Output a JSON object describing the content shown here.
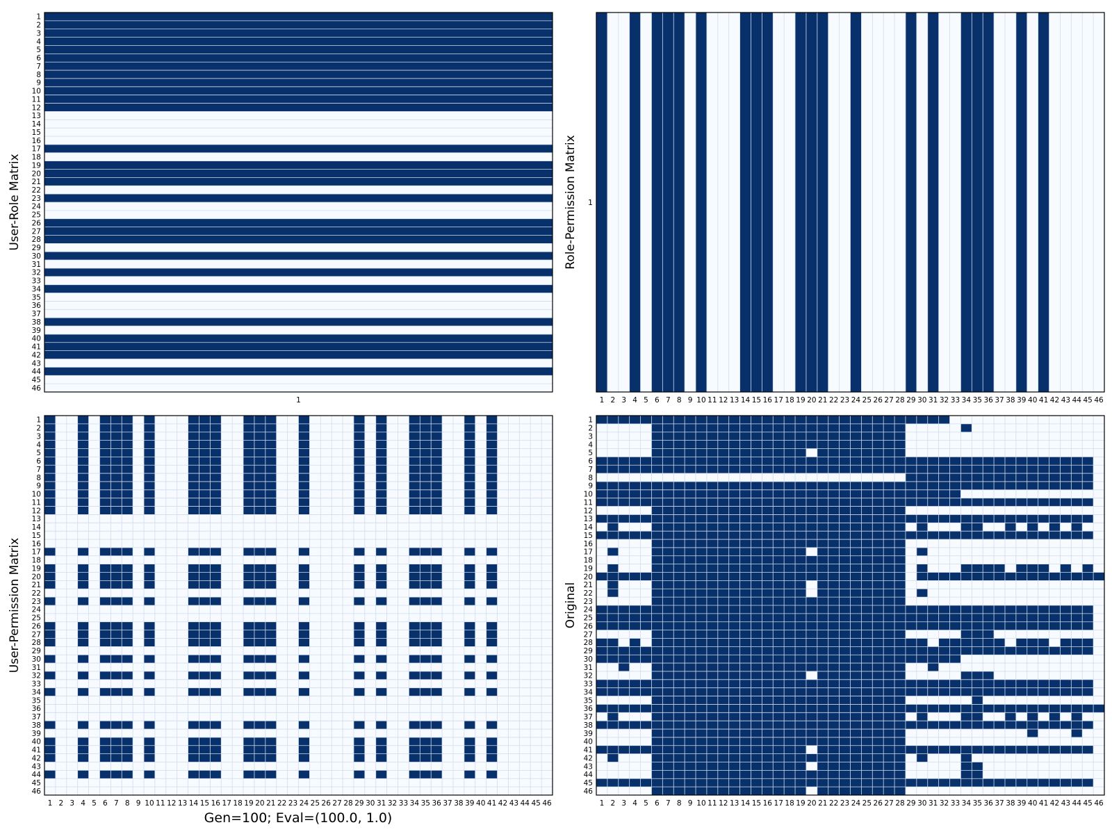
{
  "figure": {
    "caption": "Gen=100; Eval=(100.0, 1.0)",
    "colors": {
      "on": "#08306b",
      "off": "#f7fbff",
      "grid": "#d0dcec",
      "frame": "#000000"
    }
  },
  "chart_data": [
    {
      "type": "heatmap",
      "ylabel": "User-Role Matrix",
      "rows": 46,
      "cols": 1,
      "row_labels": [
        "1",
        "2",
        "3",
        "4",
        "5",
        "6",
        "7",
        "8",
        "9",
        "10",
        "11",
        "12",
        "13",
        "14",
        "15",
        "16",
        "17",
        "18",
        "19",
        "20",
        "21",
        "22",
        "23",
        "24",
        "25",
        "26",
        "27",
        "28",
        "29",
        "30",
        "31",
        "32",
        "33",
        "34",
        "35",
        "36",
        "37",
        "38",
        "39",
        "40",
        "41",
        "42",
        "43",
        "44",
        "45",
        "46"
      ],
      "col_labels": [
        "1"
      ],
      "cells": [
        [
          1
        ],
        [
          1
        ],
        [
          1
        ],
        [
          1
        ],
        [
          1
        ],
        [
          1
        ],
        [
          1
        ],
        [
          1
        ],
        [
          1
        ],
        [
          1
        ],
        [
          1
        ],
        [
          1
        ],
        [
          0
        ],
        [
          0
        ],
        [
          0
        ],
        [
          0
        ],
        [
          1
        ],
        [
          0
        ],
        [
          1
        ],
        [
          1
        ],
        [
          1
        ],
        [
          0
        ],
        [
          1
        ],
        [
          0
        ],
        [
          0
        ],
        [
          1
        ],
        [
          1
        ],
        [
          1
        ],
        [
          0
        ],
        [
          1
        ],
        [
          0
        ],
        [
          1
        ],
        [
          0
        ],
        [
          1
        ],
        [
          0
        ],
        [
          0
        ],
        [
          0
        ],
        [
          1
        ],
        [
          0
        ],
        [
          1
        ],
        [
          1
        ],
        [
          1
        ],
        [
          0
        ],
        [
          1
        ],
        [
          0
        ],
        [
          0
        ]
      ]
    },
    {
      "type": "heatmap",
      "ylabel": "Role-Permission Matrix",
      "rows": 1,
      "cols": 46,
      "row_labels": [
        "1"
      ],
      "col_labels": [
        "1",
        "2",
        "3",
        "4",
        "5",
        "6",
        "7",
        "8",
        "9",
        "10",
        "11",
        "12",
        "13",
        "14",
        "15",
        "16",
        "17",
        "18",
        "19",
        "20",
        "21",
        "22",
        "23",
        "24",
        "25",
        "26",
        "27",
        "28",
        "29",
        "30",
        "31",
        "32",
        "33",
        "34",
        "35",
        "36",
        "37",
        "38",
        "39",
        "40",
        "41",
        "42",
        "43",
        "44",
        "45",
        "46"
      ],
      "cells": [
        [
          1,
          0,
          0,
          1,
          0,
          1,
          1,
          1,
          0,
          1,
          0,
          0,
          0,
          1,
          1,
          1,
          0,
          0,
          1,
          1,
          1,
          0,
          0,
          1,
          0,
          0,
          0,
          0,
          1,
          0,
          1,
          0,
          0,
          1,
          1,
          1,
          0,
          0,
          1,
          0,
          1,
          0,
          0,
          0,
          0,
          0
        ]
      ]
    },
    {
      "type": "heatmap",
      "ylabel": "User-Permission Matrix",
      "rows": 46,
      "cols": 46,
      "row_labels": [
        "1",
        "2",
        "3",
        "4",
        "5",
        "6",
        "7",
        "8",
        "9",
        "10",
        "11",
        "12",
        "13",
        "14",
        "15",
        "16",
        "17",
        "18",
        "19",
        "20",
        "21",
        "22",
        "23",
        "24",
        "25",
        "26",
        "27",
        "28",
        "29",
        "30",
        "31",
        "32",
        "33",
        "34",
        "35",
        "36",
        "37",
        "38",
        "39",
        "40",
        "41",
        "42",
        "43",
        "44",
        "45",
        "46"
      ],
      "col_labels": [
        "1",
        "2",
        "3",
        "4",
        "5",
        "6",
        "7",
        "8",
        "9",
        "10",
        "11",
        "12",
        "13",
        "14",
        "15",
        "16",
        "17",
        "18",
        "19",
        "20",
        "21",
        "22",
        "23",
        "24",
        "25",
        "26",
        "27",
        "28",
        "29",
        "30",
        "31",
        "32",
        "33",
        "34",
        "35",
        "36",
        "37",
        "38",
        "39",
        "40",
        "41",
        "42",
        "43",
        "44",
        "45",
        "46"
      ],
      "row_mask": [
        1,
        1,
        1,
        1,
        1,
        1,
        1,
        1,
        1,
        1,
        1,
        1,
        0,
        0,
        0,
        0,
        1,
        0,
        1,
        1,
        1,
        0,
        1,
        0,
        0,
        1,
        1,
        1,
        0,
        1,
        0,
        1,
        0,
        1,
        0,
        0,
        0,
        1,
        0,
        1,
        1,
        1,
        0,
        1,
        0,
        0
      ],
      "col_mask": [
        1,
        0,
        0,
        1,
        0,
        1,
        1,
        1,
        0,
        1,
        0,
        0,
        0,
        1,
        1,
        1,
        0,
        0,
        1,
        1,
        1,
        0,
        0,
        1,
        0,
        0,
        0,
        0,
        1,
        0,
        1,
        0,
        0,
        1,
        1,
        1,
        0,
        0,
        1,
        0,
        1,
        0,
        0,
        0,
        0,
        0
      ],
      "cell_rule": "row_mask[i] AND col_mask[j]"
    },
    {
      "type": "heatmap",
      "ylabel": "Original",
      "rows": 46,
      "cols": 46,
      "row_labels": [
        "1",
        "2",
        "3",
        "4",
        "5",
        "6",
        "7",
        "8",
        "9",
        "10",
        "11",
        "12",
        "13",
        "14",
        "15",
        "16",
        "17",
        "18",
        "19",
        "20",
        "21",
        "22",
        "23",
        "24",
        "25",
        "26",
        "27",
        "28",
        "29",
        "30",
        "31",
        "32",
        "33",
        "34",
        "35",
        "36",
        "37",
        "38",
        "39",
        "40",
        "41",
        "42",
        "43",
        "44",
        "45",
        "46"
      ],
      "col_labels": [
        "1",
        "2",
        "3",
        "4",
        "5",
        "6",
        "7",
        "8",
        "9",
        "10",
        "11",
        "12",
        "13",
        "14",
        "15",
        "16",
        "17",
        "18",
        "19",
        "20",
        "21",
        "22",
        "23",
        "24",
        "25",
        "26",
        "27",
        "28",
        "29",
        "30",
        "31",
        "32",
        "33",
        "34",
        "35",
        "36",
        "37",
        "38",
        "39",
        "40",
        "41",
        "42",
        "43",
        "44",
        "45",
        "46"
      ],
      "cells": [
        "1111111111111111111111111111111100000000000000",
        "0000011111111111111111111111000001000000000000",
        "0000011111111111111111111111000000000000000000",
        "0000011111111111111111111111000000000000000000",
        "0000011111111111111011111111000000000000000000",
        "1111111111111111111111111111111111111111111110",
        "1111111111111111111111111111111111111111111110",
        "0000000000000000000000000000111111111111111110",
        "1111111111111111111111111111111111111111111110",
        "1111111111111111111111111111111110000000000000",
        "1111111111111111111111111111111111111111111110",
        "0000011111111111111111111111000000000000000000",
        "1111111111111111111111111111111111111111111110",
        "0100011111111111111111111111010001100101010100",
        "1111111111111111111111111111111111111111111110",
        "0000011111111111111111111111000000000000000000",
        "0100011111111111111011111111010000000000000000",
        "0000011111111111111111111111000000000000000000",
        "0100011111111111111111111111010001111011101010",
        "1111111111111111111111111111011111111111111111",
        "0100011111111111111011111111000000000000000000",
        "0100011111111111111011111111010000000000000000",
        "0000011111111111111111111111000000000000000000",
        "1111111111111111111111111111111111111111111110",
        "1111111111111111111111111111111111111111111110",
        "1111111111111111111111111111111111111111111110",
        "0000011111111111111111111111000001110000000000",
        "1101011111111111111111111111110111111011101110",
        "1111111111111111111111111111111111111111111110",
        "1111111111111111111111111111111110000000000000",
        "0010011111111111111111111111001000000000000000",
        "0000011111111111111011111111000001110000000000",
        "1111111111111111111111111111111111111111111110",
        "1111111111111111111111111111111111111111111110",
        "0000011111111111111111111111000000100000000000",
        "1111111111111111111111111111111111111111111111",
        "0100011111111111111111111111010001100101010100",
        "1111111111111111111111111111111111111111111110",
        "0000011111111111111111111111000000000001000100",
        "0000011111111111111111111111000000000000000000",
        "1111111111111111111011111111111111111111111110",
        "0100011111111111111111111111010001000000000000",
        "0000011111111111111011111111000001100000000000",
        "0000011111111111111111111111000001100000000000",
        "1111111111111111111111111111111111111111111110",
        "0000011111111111111011111111000000000000000000"
      ]
    }
  ]
}
